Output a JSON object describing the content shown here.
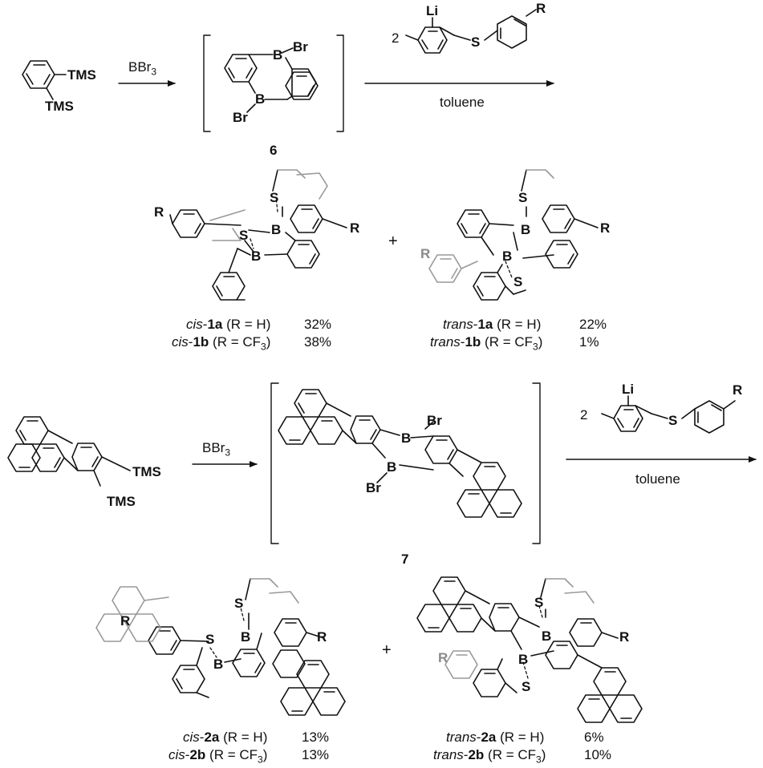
{
  "reagents": {
    "bbr3_label": "BBr",
    "bbr3_sub": "3",
    "lithium_reagent_coefficient": "2",
    "solvent": "toluene",
    "li": "Li",
    "s": "S",
    "r": "R"
  },
  "atoms": {
    "tms": "TMS",
    "br": "Br",
    "b": "B",
    "s": "S",
    "r": "R"
  },
  "intermediates": {
    "first": "6",
    "second": "7"
  },
  "products": {
    "cis_1": {
      "row1": {
        "prefix": "cis",
        "compound": "1a",
        "cond": "(R = H)",
        "yield": "32%"
      },
      "row2": {
        "prefix": "cis",
        "compound": "1b",
        "cond_pre": "(R = CF",
        "cond_sub": "3",
        "cond_post": ")",
        "yield": "38%"
      }
    },
    "trans_1": {
      "row1": {
        "prefix": "trans",
        "compound": "1a",
        "cond": "(R = H)",
        "yield": "22%"
      },
      "row2": {
        "prefix": "trans",
        "compound": "1b",
        "cond_pre": "(R = CF",
        "cond_sub": "3",
        "cond_post": ")",
        "yield": "1%"
      }
    },
    "cis_2": {
      "row1": {
        "prefix": "cis",
        "compound": "2a",
        "cond": "(R = H)",
        "yield": "13%"
      },
      "row2": {
        "prefix": "cis",
        "compound": "2b",
        "cond_pre": "(R = CF",
        "cond_sub": "3",
        "cond_post": ")",
        "yield": "13%"
      }
    },
    "trans_2": {
      "row1": {
        "prefix": "trans",
        "compound": "2a",
        "cond": "(R = H)",
        "yield": "6%"
      },
      "row2": {
        "prefix": "trans",
        "compound": "2b",
        "cond_pre": "(R = CF",
        "cond_sub": "3",
        "cond_post": ")",
        "yield": "10%"
      }
    }
  },
  "plus_sign": "+"
}
